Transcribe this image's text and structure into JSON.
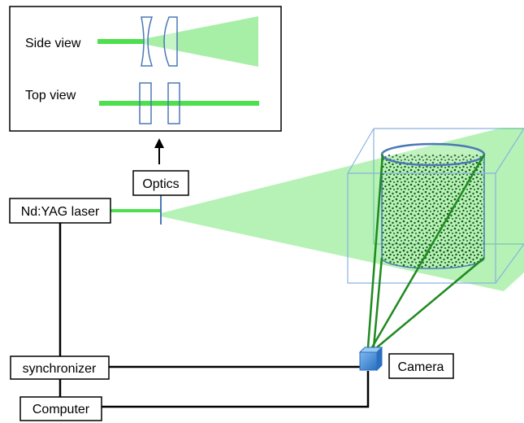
{
  "inset": {
    "side_view_label": "Side view",
    "top_view_label": "Top view"
  },
  "components": {
    "laser": "Nd:YAG laser",
    "optics": "Optics",
    "synchronizer": "synchronizer",
    "computer": "Computer",
    "camera": "Camera"
  },
  "colors": {
    "laser_beam": "#4ce04c",
    "light_sheet": "#5ee05e",
    "optic_outline": "#4a78b5",
    "tank_outline": "#8ab4e0",
    "camera_ray": "#1f8a1f",
    "particles": "#1a5a1a",
    "camera_body": "#3a86d8",
    "wire": "#000000"
  }
}
